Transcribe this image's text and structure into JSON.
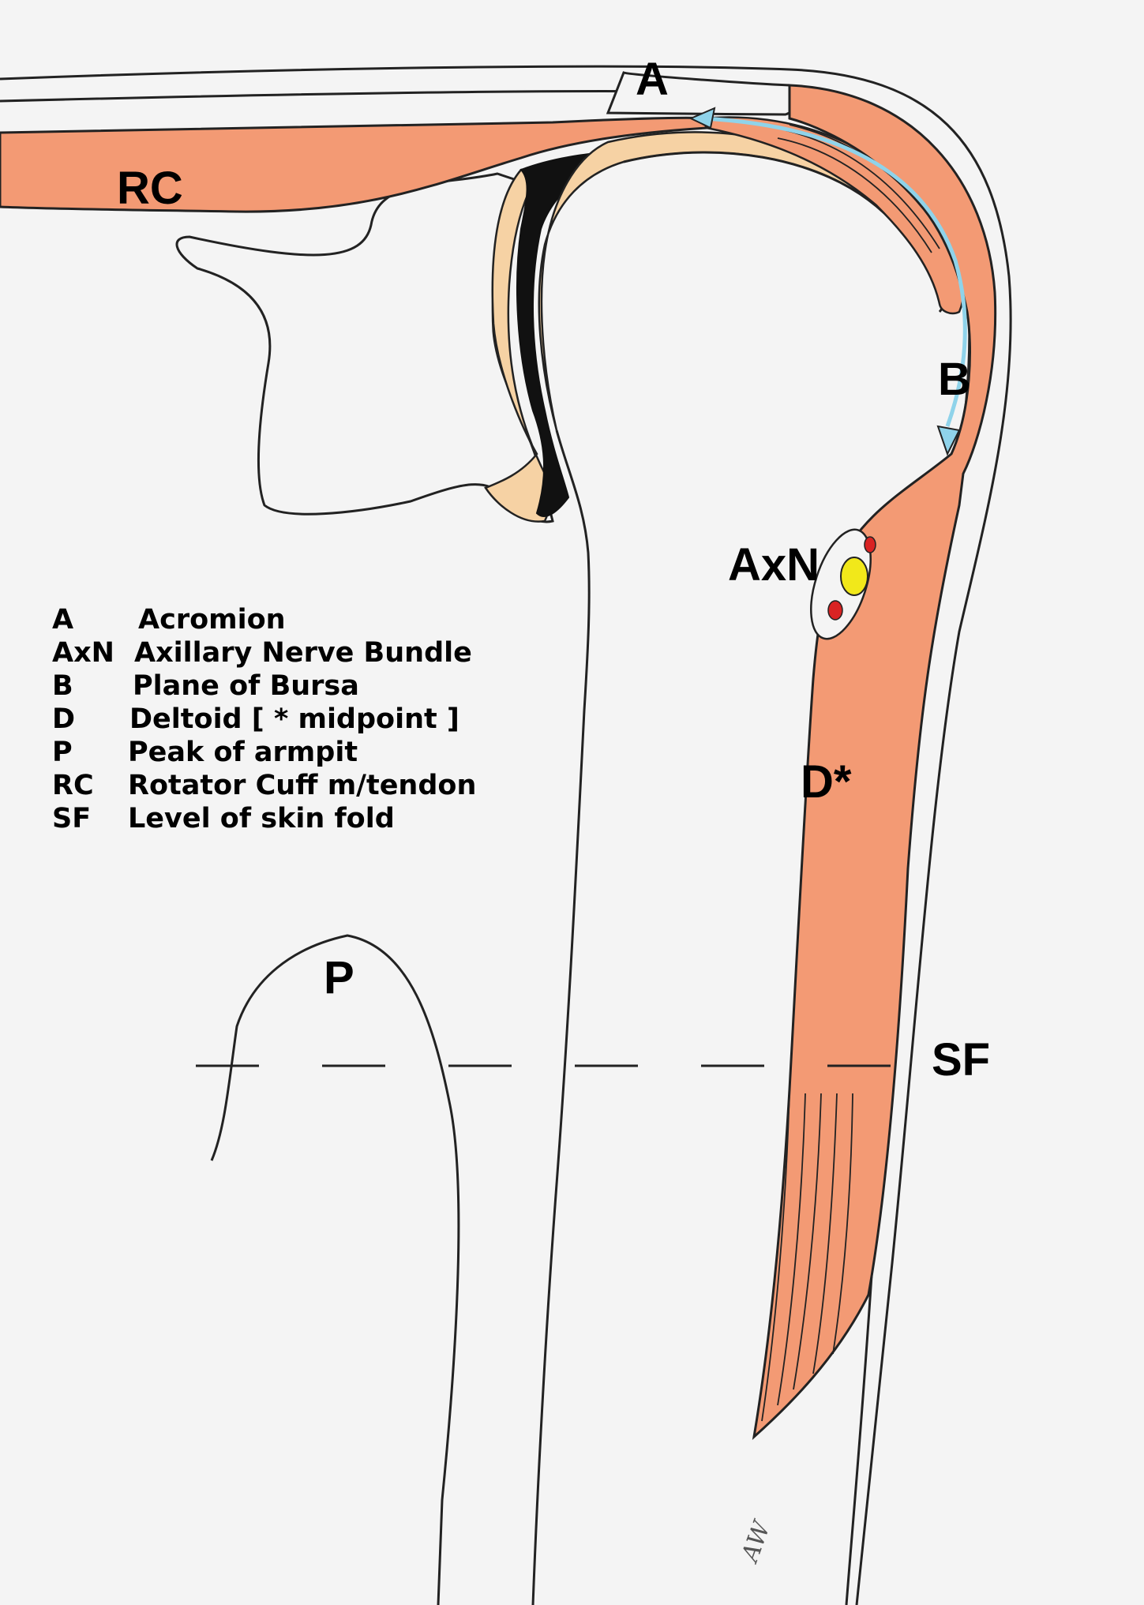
{
  "labels": {
    "A": "A",
    "RC": "RC",
    "B": "B",
    "AxN": "AxN",
    "D": "D*",
    "P": "P",
    "SF": "SF"
  },
  "legend": [
    {
      "code": "A",
      "text": "Acromion"
    },
    {
      "code": "AxN",
      "text": "Axillary Nerve Bundle"
    },
    {
      "code": "B",
      "text": "Plane of Bursa"
    },
    {
      "code": "D",
      "text": "Deltoid [ * midpoint ]"
    },
    {
      "code": "P",
      "text": "Peak of armpit"
    },
    {
      "code": "RC",
      "text": "Rotator Cuff m/tendon"
    },
    {
      "code": "SF",
      "text": "Level of skin fold"
    }
  ],
  "signature": "AW",
  "colors": {
    "background": "#f4f4f4",
    "muscle": "#f39a74",
    "cartilage": "#f6d2a4",
    "bursa_arrow": "#8fd3ea",
    "nerve": "#f1e81a",
    "vessel": "#d92323",
    "line": "#222222"
  }
}
